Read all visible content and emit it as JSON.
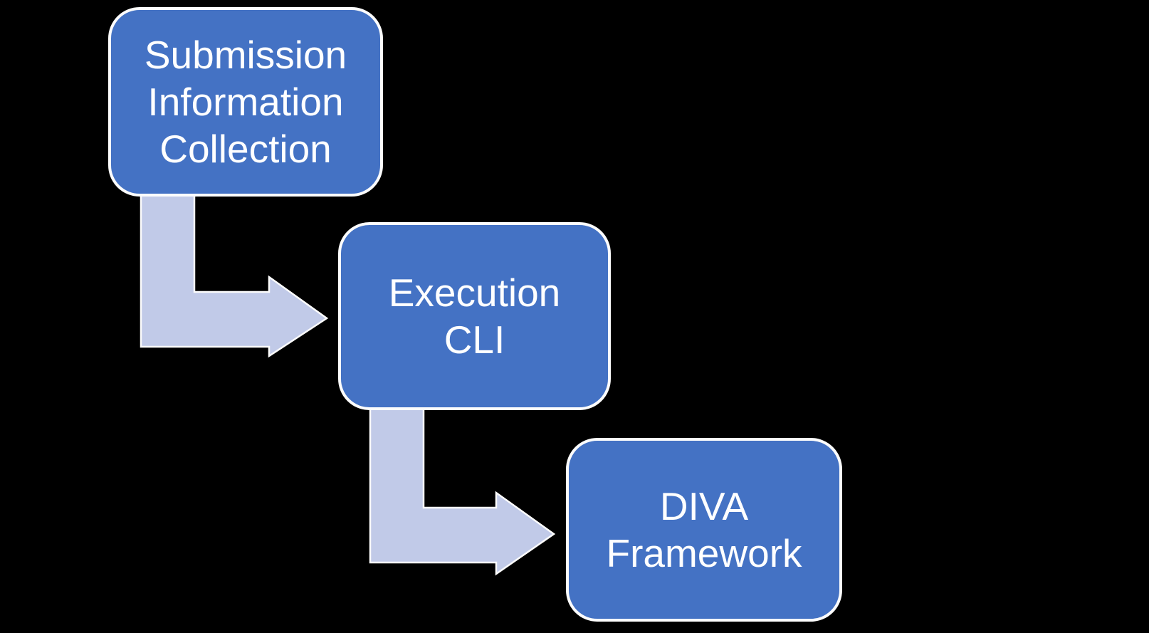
{
  "diagram": {
    "type": "flowchart",
    "colors": {
      "canvas_bg": "#000000",
      "node_fill": "#4472C4",
      "node_border": "#FCFCFC",
      "node_text": "#FFFFFF",
      "arrow_fill": "#C1CAE8",
      "arrow_border": "#FCFCFC"
    },
    "nodes": [
      {
        "id": "submission-information-collection",
        "label": "Submission\nInformation\nCollection"
      },
      {
        "id": "execution-cli",
        "label": "Execution\nCLI"
      },
      {
        "id": "diva-framework",
        "label": "DIVA\nFramework"
      }
    ],
    "connections": [
      {
        "from": "Submission Information Collection",
        "to": "Execution CLI",
        "style": "bent-arrow"
      },
      {
        "from": "Execution CLI",
        "to": "DIVA Framework",
        "style": "bent-arrow"
      }
    ]
  }
}
